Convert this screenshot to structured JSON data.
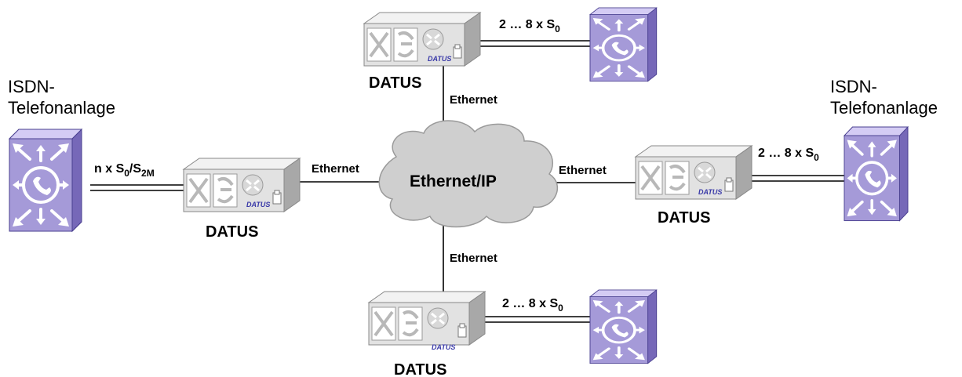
{
  "pbx_left": {
    "label_line1": "ISDN-",
    "label_line2": "Telefonanlage"
  },
  "pbx_right": {
    "label_line1": "ISDN-",
    "label_line2": "Telefonanlage"
  },
  "cloud": {
    "label": "Ethernet/IP"
  },
  "device_top": {
    "label": "DATUS",
    "badge": "DATUS"
  },
  "device_left": {
    "label": "DATUS",
    "badge": "DATUS"
  },
  "device_right": {
    "label": "DATUS",
    "badge": "DATUS"
  },
  "device_bottom": {
    "label": "DATUS",
    "badge": "DATUS"
  },
  "links": {
    "left_rate": {
      "prefix": "n x S",
      "sub1": "0",
      "mid": "/S",
      "sub2": "2M"
    },
    "top_rate": {
      "prefix": "2 … 8  x S",
      "sub": "0"
    },
    "right_rate": {
      "prefix": "2 … 8  x S",
      "sub": "0"
    },
    "bottom_rate": {
      "prefix": "2 … 8  x S",
      "sub": "0"
    },
    "eth_top": "Ethernet",
    "eth_left": "Ethernet",
    "eth_right": "Ethernet",
    "eth_bottom": "Ethernet"
  },
  "colors": {
    "pbx_face": "#a59ad8",
    "pbx_side": "#7668b8",
    "pbx_top": "#c8c0ee",
    "box_face": "#e2e2e2",
    "box_top": "#f2f2f2",
    "box_side": "#a8a8a8",
    "cloud_fill": "#cfcfcf",
    "badge_text": "#3a3aa8"
  }
}
